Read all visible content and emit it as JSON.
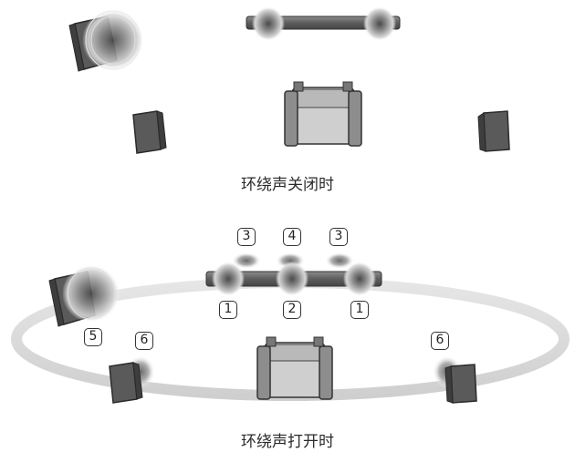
{
  "captions": {
    "surround_off": "环绕声关闭时",
    "surround_on": "环绕声打开时"
  },
  "markers": {
    "height_left": "3",
    "height_center": "4",
    "height_right": "3",
    "front_left": "1",
    "front_center": "2",
    "front_right": "1",
    "side_left": "5",
    "rear_left": "6",
    "rear_right": "6"
  },
  "colors": {
    "speaker_body": "#555555",
    "soundbar": "#666666",
    "ring": "#d8d8d8",
    "sofa": "#9a9a9a"
  }
}
